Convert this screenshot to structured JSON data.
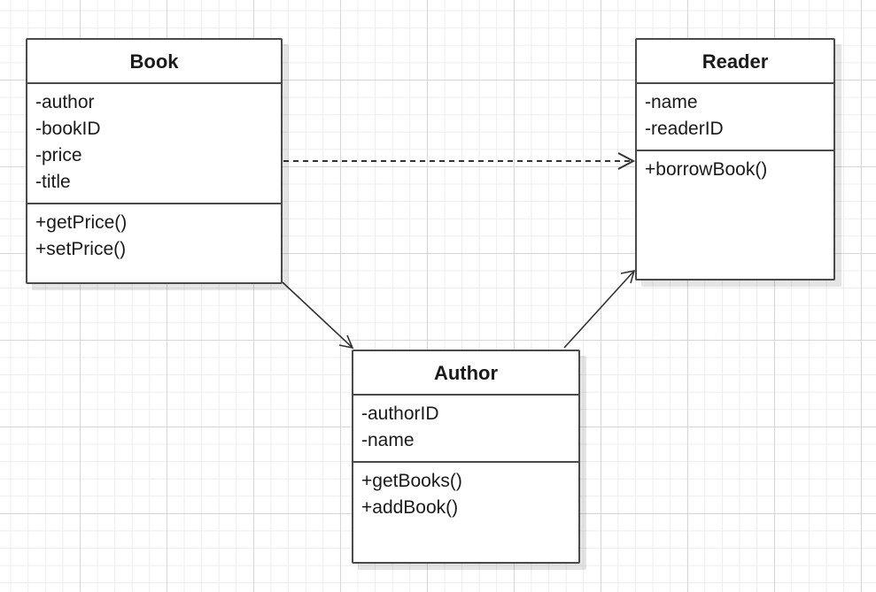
{
  "diagram": {
    "classes": {
      "book": {
        "name": "Book",
        "attributes": [
          "-author",
          "-bookID",
          "-price",
          "-title"
        ],
        "methods": [
          "+getPrice()",
          "+setPrice()"
        ]
      },
      "reader": {
        "name": "Reader",
        "attributes": [
          "-name",
          "-readerID"
        ],
        "methods": [
          "+borrowBook()"
        ]
      },
      "author": {
        "name": "Author",
        "attributes": [
          "-authorID",
          "-name"
        ],
        "methods": [
          "+getBooks()",
          "+addBook()"
        ]
      }
    },
    "relationships": [
      {
        "from": "Book",
        "to": "Reader",
        "style": "dashed",
        "arrow": "open"
      },
      {
        "from": "Book",
        "to": "Author",
        "style": "solid",
        "arrow": "open"
      },
      {
        "from": "Author",
        "to": "Reader",
        "style": "solid",
        "arrow": "open"
      }
    ],
    "colors": {
      "stroke": "#4a4a4a",
      "text": "#1a1a1a",
      "grid_major": "#d6d6d6",
      "grid_minor": "#ededed"
    }
  }
}
